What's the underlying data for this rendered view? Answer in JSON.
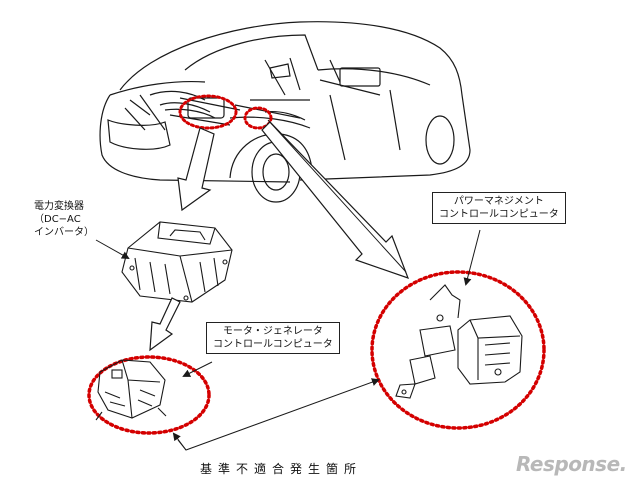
{
  "labels": {
    "inverter_line1": "電力変換器",
    "inverter_line2": "（DC−AC",
    "inverter_line3": "インバータ）",
    "pm_line1": "パワーマネジメント",
    "pm_line2": "コントロールコンピュータ",
    "mg_line1": "モータ・ジェネレータ",
    "mg_line2": "コントロールコンピュータ"
  },
  "footer": "基準不適合発生箇所",
  "logo": "Response.",
  "colors": {
    "highlight": "#d40000",
    "line": "#1a1a1a"
  }
}
